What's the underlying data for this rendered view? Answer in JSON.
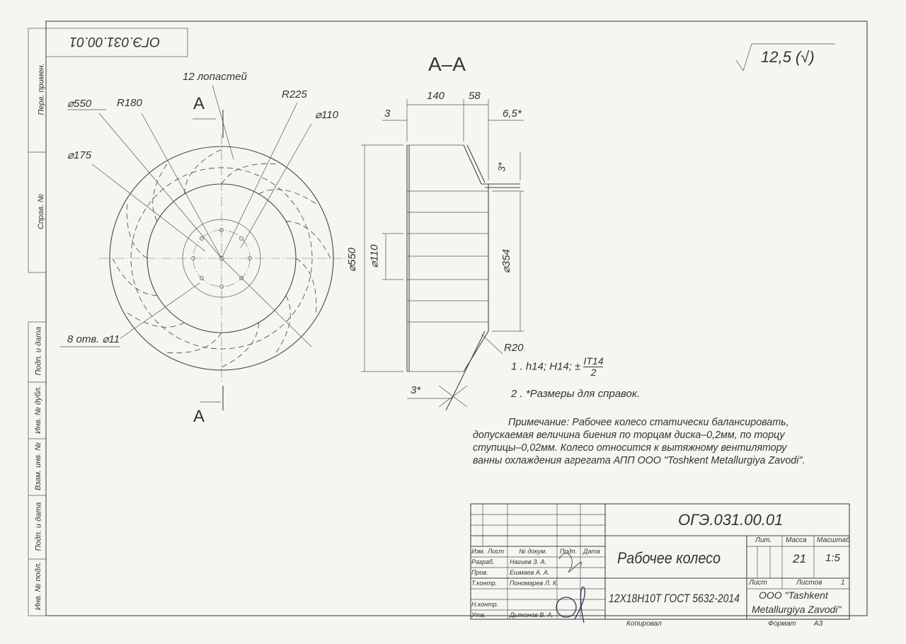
{
  "sheet": {
    "rotated_designation": "ОГЭ.031.00.01",
    "roughness": "12,5 (√)",
    "side_strip": [
      "Перв. примен.",
      "Справ. №",
      "Подп. и дата",
      "Инв. № дубл.",
      "Взам. инв. №",
      "Подп. и дата",
      "Инв. № подл."
    ]
  },
  "front_view": {
    "section_mark": "A",
    "labels": {
      "blades": "12 лопастей",
      "d550": "⌀550",
      "r180": "R180",
      "r225": "R225",
      "d110": "⌀110",
      "d175": "⌀175",
      "holes": "8 отв. ⌀11"
    }
  },
  "section_view": {
    "title": "A–A",
    "dims": {
      "w140": "140",
      "w58": "58",
      "w3": "3",
      "w65": "6,5*",
      "h3": "3*",
      "d550": "⌀550",
      "d110": "⌀110",
      "d354": "⌀354",
      "r20": "R20",
      "a3": "3*"
    }
  },
  "notes": {
    "n1_prefix": "1 .  h14; H14; ±",
    "n1_num": "IT14",
    "n1_den": "2",
    "n2": "2 .  *Размеры для справок.",
    "remark_lines": [
      "Примечание:  Рабочее  колесо  статически  балансировать,",
      "допускаемая величина биения по торцам диска–0,2мм, по торцу",
      "ступицы–0,02мм.  Колесо  относится  к  вытяжному  вентилятору",
      "ванны охлаждения агрегата АПП ООО \"Toshkent Metallurgiya Zavodi\"."
    ]
  },
  "title_block": {
    "designation": "ОГЭ.031.00.01",
    "name": "Рабочее колесо",
    "material": "12Х18Н10Т ГОСТ 5632-2014",
    "headers": {
      "izm": "Изм.",
      "list": "Лист",
      "doc": "№ докум.",
      "sign": "Подп.",
      "date": "Дата",
      "lit": "Лит.",
      "mass": "Масса",
      "scale": "Масштаб",
      "sheet": "Лист",
      "sheets": "Листов"
    },
    "roles": [
      {
        "role": "Разраб.",
        "name": "Нагиев З. А."
      },
      {
        "role": "Пров.",
        "name": "Ешмаев А. А."
      },
      {
        "role": "Т.контр.",
        "name": "Пономарев Л. К."
      },
      {
        "role": "",
        "name": ""
      },
      {
        "role": "Н.контр.",
        "name": ""
      },
      {
        "role": "Утв.",
        "name": "Дьяконов В. А."
      }
    ],
    "mass_value": "21",
    "scale_value": "1:5",
    "sheets_value": "1",
    "company_line1": "ООО \"Tashkent",
    "company_line2": "Metallurgiya Zavodi\"",
    "copied": "Копировал",
    "format_label": "Формат",
    "format_value": "А3"
  }
}
